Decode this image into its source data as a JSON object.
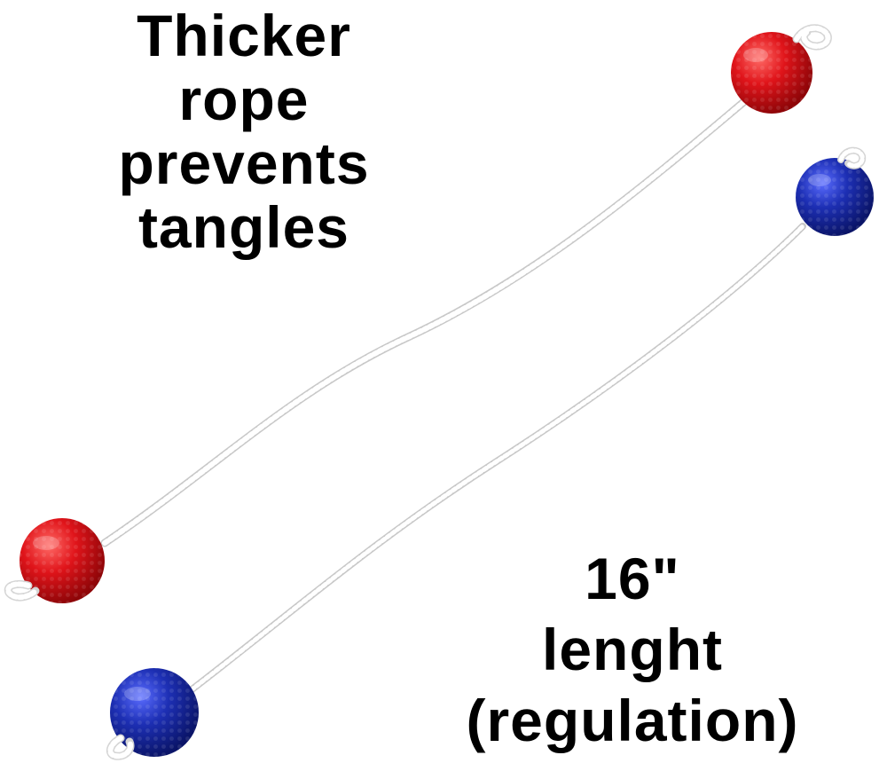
{
  "captions": {
    "top": [
      "Thicker",
      "rope",
      "prevents",
      "tangles"
    ],
    "bottom": [
      "16\"",
      "lenght",
      "(regulation)"
    ]
  },
  "colors": {
    "background": "#ffffff",
    "text": "#000000",
    "ball_red": "#e0141a",
    "ball_blue": "#1d2fb4",
    "rope": "#ffffff"
  },
  "objects": [
    {
      "name": "red-ladder-ball-bola",
      "ball_color": "red"
    },
    {
      "name": "blue-ladder-ball-bola",
      "ball_color": "blue"
    }
  ]
}
